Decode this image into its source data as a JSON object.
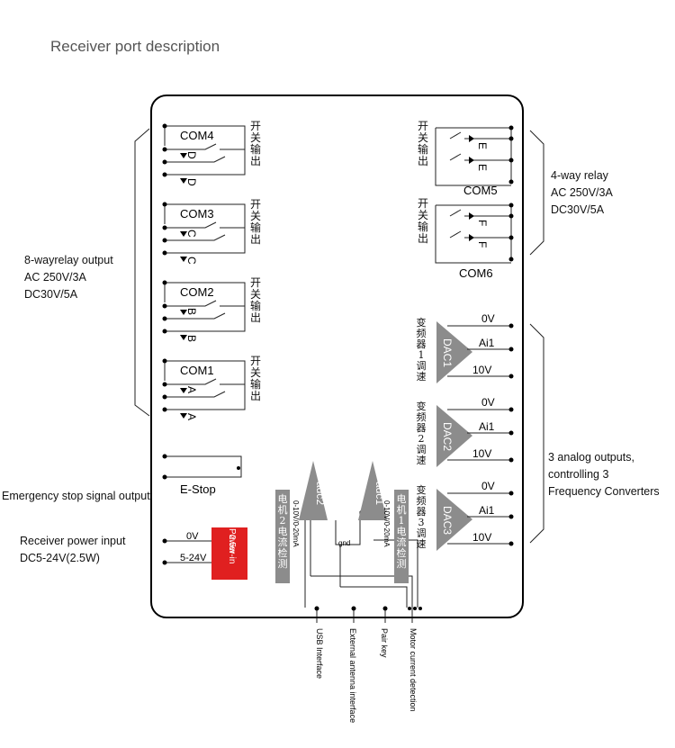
{
  "title": "Receiver port description",
  "left_labels": {
    "relay8": [
      "8-wayrelay output",
      "AC 250V/3A",
      "DC30V/5A"
    ],
    "estop": "Emergency stop signal output",
    "power": [
      "Receiver power input",
      "DC5-24V(2.5W)"
    ]
  },
  "right_labels": {
    "relay4": [
      "4-way relay",
      "AC 250V/3A",
      "DC30V/5A"
    ],
    "analog": [
      "3 analog outputs,",
      "controlling 3",
      "Frequency Converters"
    ]
  },
  "left_relays": [
    {
      "com": "COM4",
      "letter": "D",
      "cn": "开关输出"
    },
    {
      "com": "COM3",
      "letter": "C",
      "cn": "开关输出"
    },
    {
      "com": "COM2",
      "letter": "B",
      "cn": "开关输出"
    },
    {
      "com": "COM1",
      "letter": "A",
      "cn": "开关输出"
    }
  ],
  "right_relays": [
    {
      "com": "COM5",
      "letter": "E",
      "cn": "开关输出"
    },
    {
      "com": "COM6",
      "letter": "F",
      "cn": "开关输出"
    }
  ],
  "dacs": [
    {
      "name": "DAC1",
      "cn": "变频器1调速",
      "pins": [
        "0V",
        "Ai1",
        "10V"
      ]
    },
    {
      "name": "DAC2",
      "cn": "变频器2调速",
      "pins": [
        "0V",
        "Ai1",
        "10V"
      ]
    },
    {
      "name": "DAC3",
      "cn": "变频器3调速",
      "pins": [
        "0V",
        "Ai1",
        "10V"
      ]
    }
  ],
  "estop_label": "E-Stop",
  "power": {
    "pin1": "0V",
    "pin2": "5-24V",
    "badge_line1": "Power-in",
    "badge_line2": "2.5w",
    "badge_color": "#e02020"
  },
  "adc": [
    {
      "name": "adc2",
      "cn": "电机2电流检测",
      "range": "0-10V/0-20mA"
    },
    {
      "name": "adc1",
      "cn": "电机1电流检测",
      "range": "0-10V/0-20mA"
    }
  ],
  "gnd_label": "gnd",
  "bottom_labels": [
    "USB Interface",
    "External antenna interface",
    "Pair key",
    "Motor current detection"
  ],
  "colors": {
    "triangle": "#8c8c8c",
    "cn_box": "#8c8c8c"
  }
}
